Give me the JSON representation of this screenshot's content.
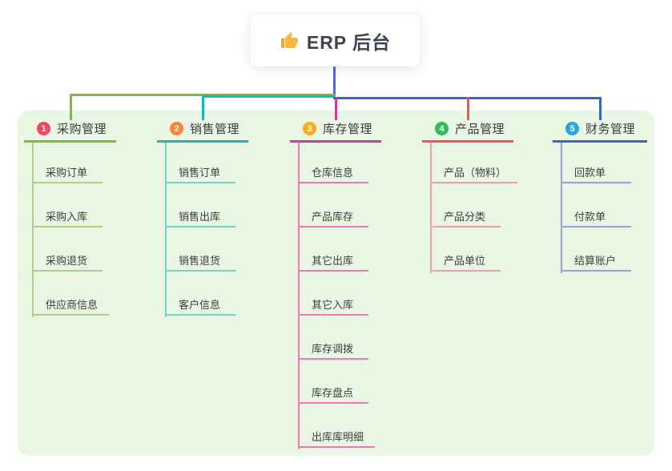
{
  "root": {
    "icon": "thumbs-up-icon",
    "label": "ERP 后台"
  },
  "colors": {
    "canvas_bg": "#ffffff",
    "panel_bg": "#e9f6e3",
    "root_card_bg": "#ffffff",
    "root_line": "#5569c8",
    "title_text": "#3f4254",
    "branch_text": "#3b3b3b",
    "child_text": "#3e3e3e",
    "thumb_icon": "#f6b93d"
  },
  "branches": [
    {
      "index": "1",
      "label": "采购管理",
      "badge_color": "#f5495f",
      "line_color": "#7cbb3f",
      "child_line_color": "#a8d287",
      "children": [
        "采购订单",
        "采购入库",
        "采购退货",
        "供应商信息"
      ]
    },
    {
      "index": "2",
      "label": "销售管理",
      "badge_color": "#f8853b",
      "line_color": "#19b8b4",
      "child_line_color": "#79cfc9",
      "children": [
        "销售订单",
        "销售出库",
        "销售退货",
        "客户信息"
      ]
    },
    {
      "index": "3",
      "label": "库存管理",
      "badge_color": "#fbab1c",
      "line_color": "#cf3a9f",
      "child_line_color": "#ef79bd",
      "children": [
        "仓库信息",
        "产品库存",
        "其它出库",
        "其它入库",
        "库存调拨",
        "库存盘点",
        "出库库明细"
      ]
    },
    {
      "index": "4",
      "label": "产品管理",
      "badge_color": "#2fbe58",
      "line_color": "#f2515b",
      "child_line_color": "#f7a0a4",
      "children": [
        "产品（物料）",
        "产品分类",
        "产品单位"
      ]
    },
    {
      "index": "5",
      "label": "财务管理",
      "badge_color": "#29a5e5",
      "line_color": "#3d63cb",
      "child_line_color": "#93a6da",
      "children": [
        "回款单",
        "付款单",
        "结算账户"
      ]
    }
  ]
}
